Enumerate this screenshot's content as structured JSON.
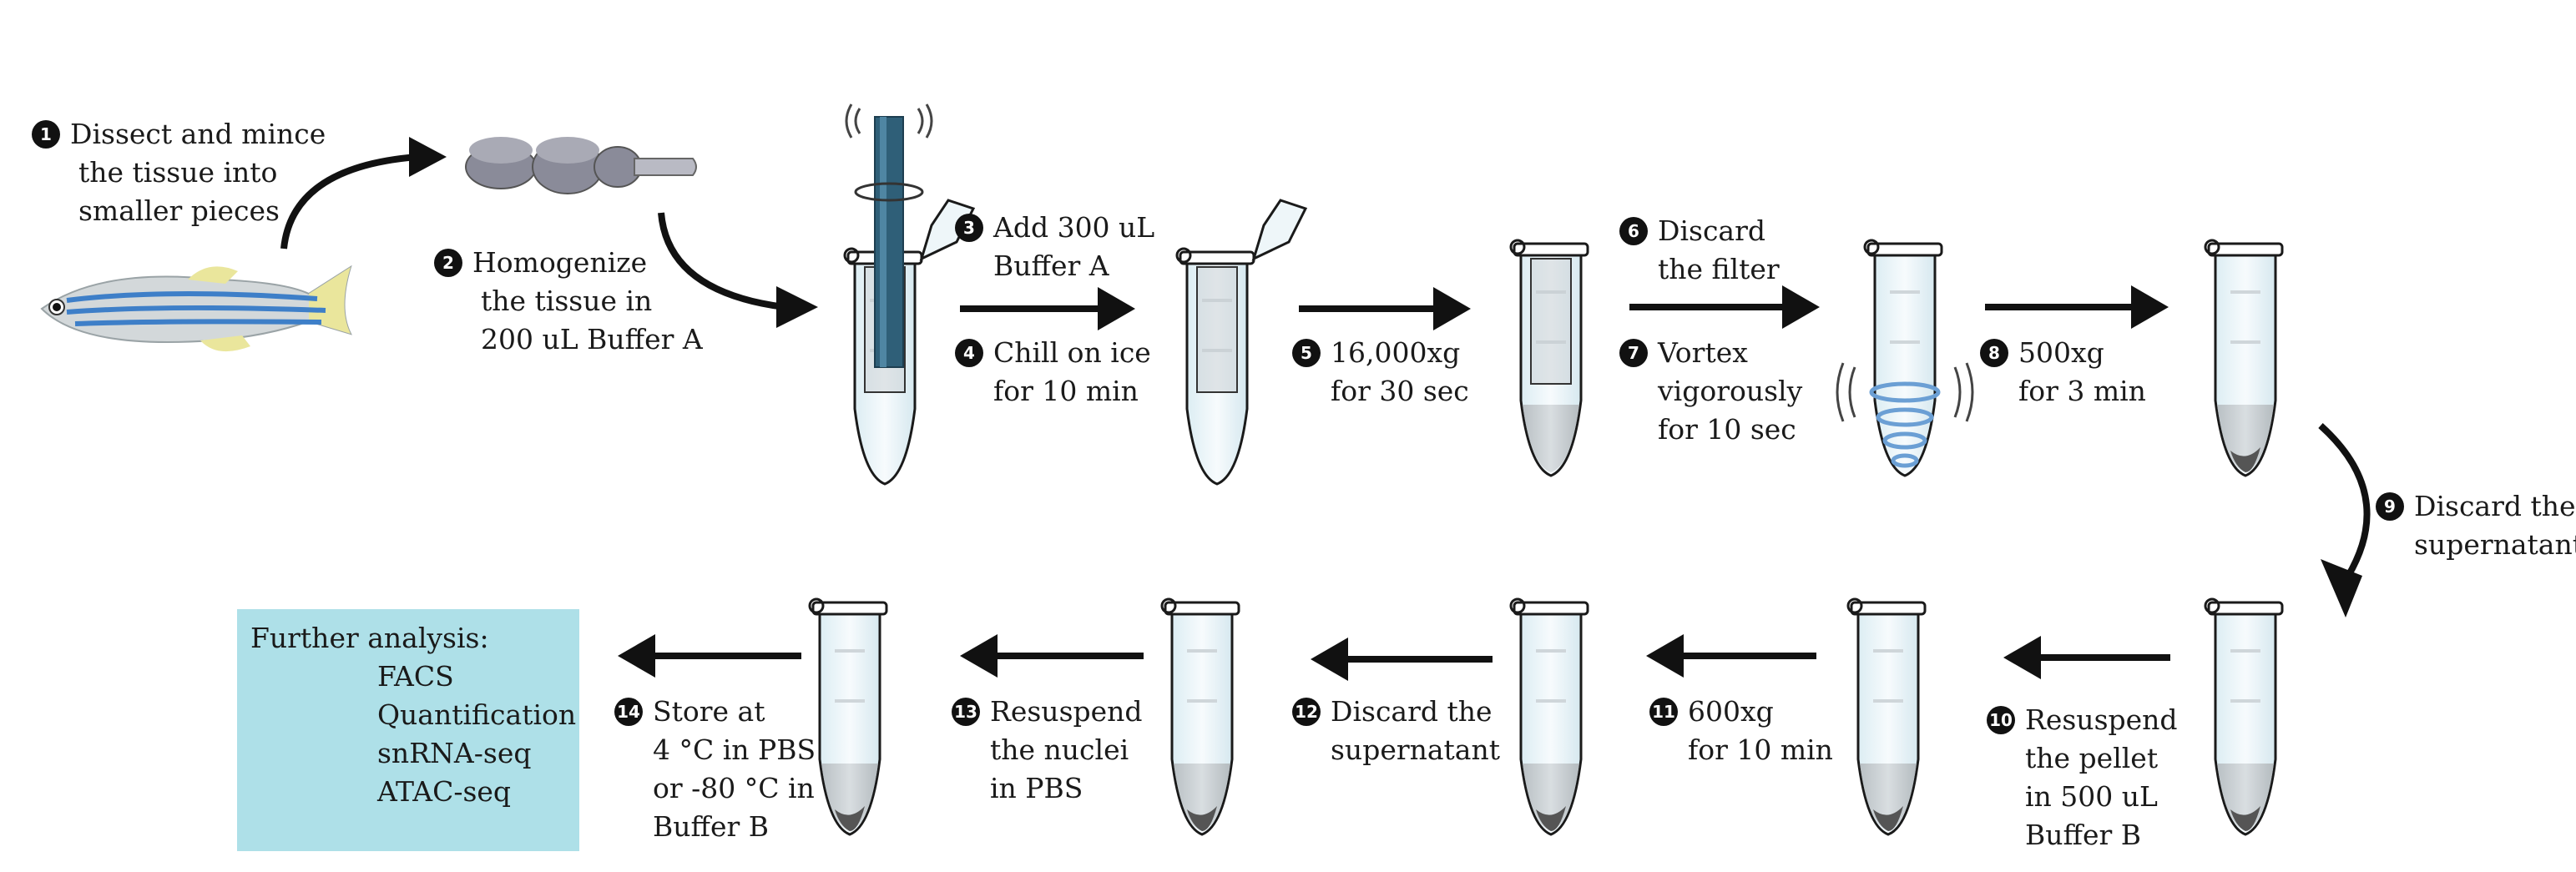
{
  "steps": [
    {
      "num": "1",
      "lines": [
        "Dissect and mince",
        "the tissue into",
        "smaller pieces"
      ]
    },
    {
      "num": "2",
      "lines": [
        "Homogenize",
        "the tissue in",
        "200 uL Buffer A"
      ]
    },
    {
      "num": "3",
      "lines": [
        "Add 300 uL",
        "Buffer A"
      ]
    },
    {
      "num": "4",
      "lines": [
        "Chill on ice",
        "for 10 min"
      ]
    },
    {
      "num": "5",
      "lines": [
        "16,000xg",
        "for 30 sec"
      ]
    },
    {
      "num": "6",
      "lines": [
        "Discard",
        "the filter"
      ]
    },
    {
      "num": "7",
      "lines": [
        "Vortex",
        "vigorously",
        "for 10 sec"
      ]
    },
    {
      "num": "8",
      "lines": [
        "500xg",
        "for 3 min"
      ]
    },
    {
      "num": "9",
      "lines": [
        "Discard the",
        "supernatant"
      ]
    },
    {
      "num": "10",
      "lines": [
        "Resuspend",
        "the pellet",
        "in 500 uL",
        "Buffer B"
      ]
    },
    {
      "num": "11",
      "lines": [
        "600xg",
        "for 10 min"
      ]
    },
    {
      "num": "12",
      "lines": [
        "Discard the",
        "supernatant"
      ]
    },
    {
      "num": "13",
      "lines": [
        "Resuspend",
        "the nuclei",
        "in PBS"
      ]
    },
    {
      "num": "14",
      "lines": [
        "Store at",
        "4 °C in PBS",
        "or -80 °C in",
        "Buffer B"
      ]
    }
  ],
  "analysis": {
    "title": "Further analysis:",
    "items": [
      "FACS",
      "Quantification",
      "snRNA-seq",
      "ATAC-seq"
    ]
  },
  "colors": {
    "tube_fill": "#e9f4f8",
    "tube_stroke": "#1a1a1a",
    "tube_grad": "#cfd6da",
    "pellet": "#555555",
    "pestle": "#2f5f78",
    "vortex": "#6b9fd4",
    "fish_body": "#cfd4d6",
    "fish_stripe": "#3e7fc8",
    "fish_fin": "#e9e59a",
    "brain": "#8a8b99",
    "analysis_box": "#aee0e8"
  }
}
